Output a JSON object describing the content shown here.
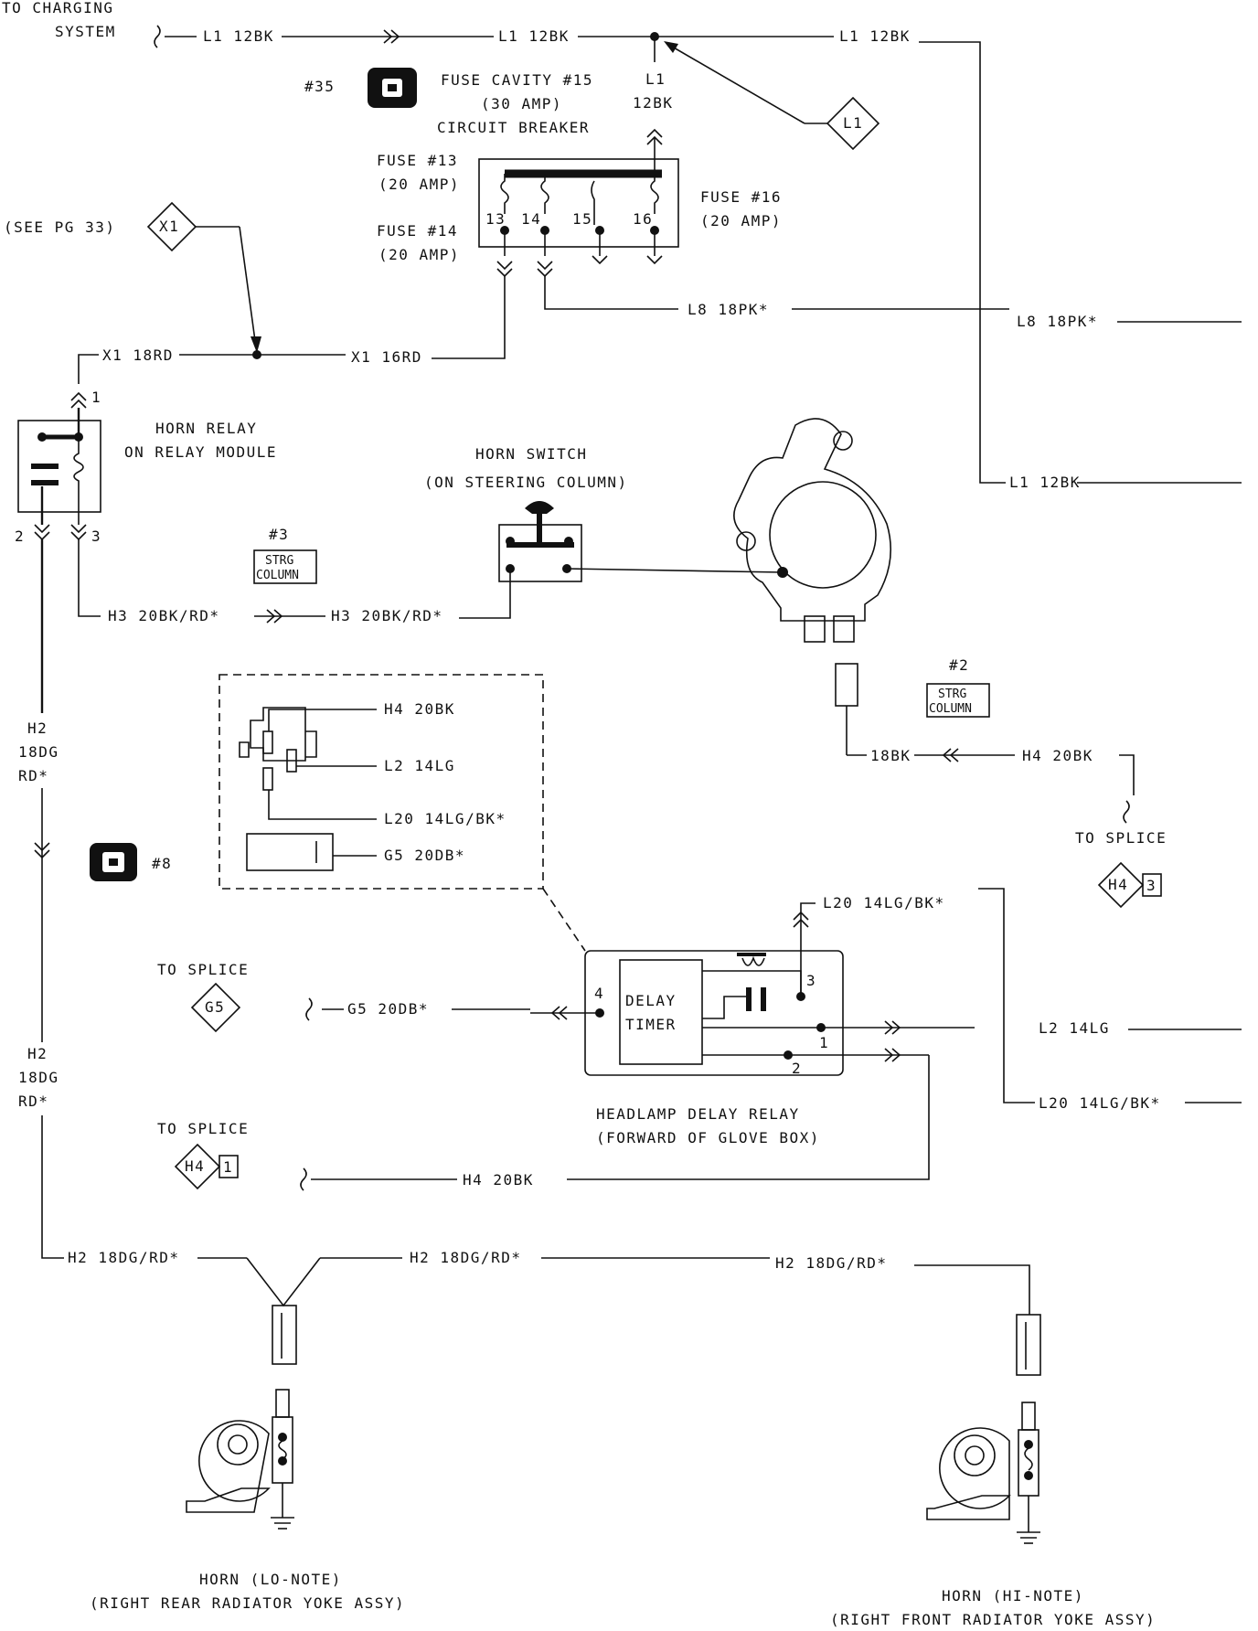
{
  "top": {
    "to_charging": "TO CHARGING",
    "system": "SYSTEM",
    "l1_a": "L1 12BK",
    "l1_b": "L1 12BK",
    "l1_c": "L1 12BK",
    "l1_vert_1": "L1",
    "l1_vert_2": "12BK",
    "l1_diamond": "L1",
    "conn_35": "#35",
    "fuse_cavity_1": "FUSE CAVITY #15",
    "fuse_cavity_2": "(30 AMP)",
    "fuse_cavity_3": "CIRCUIT BREAKER"
  },
  "fuse_block": {
    "fuse13_1": "FUSE #13",
    "fuse13_2": "(20 AMP)",
    "fuse14_1": "FUSE #14",
    "fuse14_2": "(20 AMP)",
    "fuse16_1": "FUSE #16",
    "fuse16_2": "(20 AMP)",
    "n13": "13",
    "n14": "14",
    "n15": "15",
    "n16": "16"
  },
  "wires": {
    "see_pg": "(SEE PG 33)",
    "x1_diamond": "X1",
    "x1_18rd": "X1 18RD",
    "x1_16rd": "X1 16RD",
    "l8_a": "L8 18PK*",
    "l8_b": "L8 18PK*",
    "l1_right": "L1 12BK",
    "h3_a": "H3 20BK/RD*",
    "h3_b": "H3 20BK/RD*",
    "h2_1a": "H2",
    "h2_1b": "18DG",
    "h2_1c": "RD*",
    "h2_2a": "H2",
    "h2_2b": "18DG",
    "h2_2c": "RD*",
    "h2_bottom_a": "H2 18DG/RD*",
    "h2_bottom_b": "H2 18DG/RD*",
    "h2_bottom_c": "H2 18DG/RD*",
    "bk18": "18BK",
    "h4_20bk": "H4 20BK",
    "h4_bottom": "H4 20BK",
    "g5": "G5 20DB*",
    "l2": "L2 14LG",
    "l20_top": "L20 14LG/BK*",
    "l20_bottom": "L20 14LG/BK*"
  },
  "horn_relay": {
    "title_1": "HORN RELAY",
    "title_2": "ON RELAY MODULE",
    "pin1": "1",
    "pin2": "2",
    "pin3": "3"
  },
  "horn_switch": {
    "title_1": "HORN SWITCH",
    "title_2": "(ON STEERING COLUMN)"
  },
  "connectors": {
    "c3": "#3",
    "c2": "#2",
    "c8": "#8",
    "strg": "STRG",
    "column": "COLUMN",
    "strg2": "STRG",
    "column2": "COLUMN"
  },
  "inset": {
    "h4": "H4 20BK",
    "l2": "L2 14LG",
    "l20": "L20 14LG/BK*",
    "g5": "G5 20DB*"
  },
  "splices": {
    "to_splice_1": "TO SPLICE",
    "h4_3": "H4",
    "h4_3n": "3",
    "to_splice_2": "TO SPLICE",
    "g5": "G5",
    "to_splice_3": "TO SPLICE",
    "h4_1": "H4",
    "h4_1n": "1"
  },
  "delay_relay": {
    "delay": "DELAY",
    "timer": "TIMER",
    "p1": "1",
    "p2": "2",
    "p3": "3",
    "p4": "4",
    "title_1": "HEADLAMP DELAY RELAY",
    "title_2": "(FORWARD OF GLOVE BOX)"
  },
  "horns": {
    "lo_1": "HORN (LO-NOTE)",
    "lo_2": "(RIGHT REAR RADIATOR YOKE ASSY)",
    "hi_1": "HORN (HI-NOTE)",
    "hi_2": "(RIGHT FRONT RADIATOR YOKE ASSY)"
  }
}
